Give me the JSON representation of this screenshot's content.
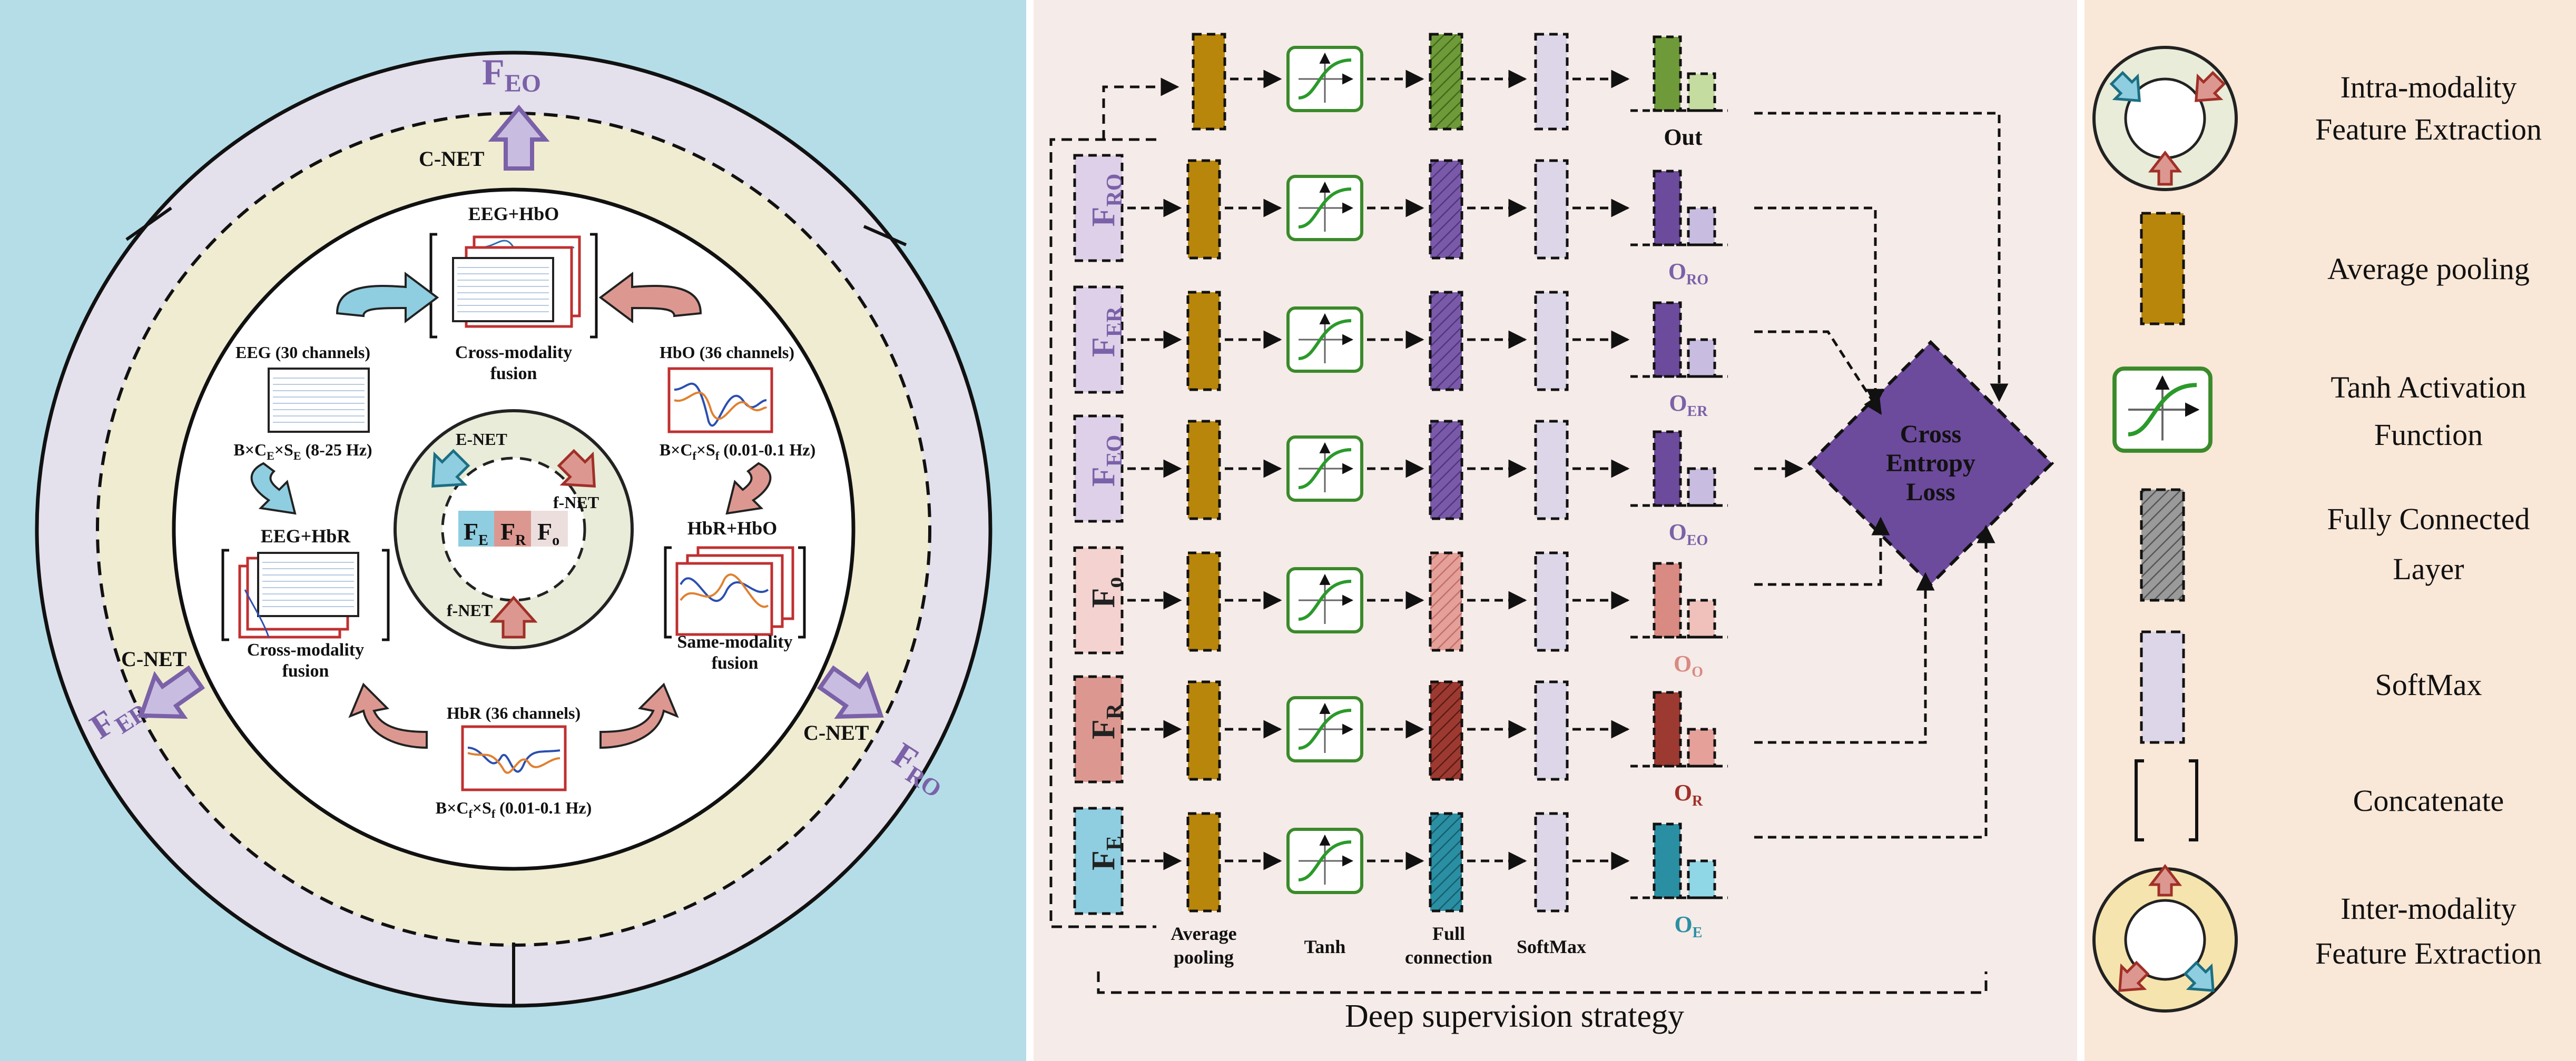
{
  "colors": {
    "left_bg": "#b5dde8",
    "mid_bg": "#f5ebe8",
    "right_bg": "#f9e7d7",
    "outer_ring": "#e4e0ec",
    "yellow_ring": "#f0ecd2",
    "purple": "#7b61a8",
    "red": "#a03028",
    "cyan": "#2b8fa3",
    "pool": "#b8860b",
    "softmax": "#ddd6e8",
    "loss": "#6c4a9c",
    "out_red": "#e02020"
  },
  "left": {
    "outer_labels": {
      "feo": "F",
      "feo_sub": "EO",
      "fer": "F",
      "fer_sub": "ER",
      "fro": "F",
      "fro_sub": "RO"
    },
    "cnet_top": "C-NET",
    "cnet_left": "C-NET",
    "cnet_right": "C-NET",
    "eeg_hbo_title": "EEG+HbO",
    "cross_fusion_top": "Cross-modality",
    "fusion_word_top": "fusion",
    "eeg_label": "EEG (30 channels)",
    "eeg_dims": "B×C",
    "eeg_dims_e": "E",
    "eeg_dims_mid": "×S",
    "eeg_dims_e2": "E",
    "eeg_band": " (8-25 Hz)",
    "hbo_label": "HbO (36 channels)",
    "hbo_dims": "B×C",
    "hbo_dims_f": "f",
    "hbo_dims_mid": "×S",
    "hbo_dims_f2": "f",
    "hbo_band": "  (0.01-0.1 Hz)",
    "eeg_hbr_title": "EEG+HbR",
    "cross_fusion_left": "Cross-modality",
    "fusion_word_left": "fusion",
    "hbr_hbo_title": "HbR+HbO",
    "same_fusion": "Same-modality",
    "fusion_word_right": "fusion",
    "hbr_label": "HbR (36 channels)",
    "hbr_dims": "B×C",
    "hbr_dims_f": "f",
    "hbr_dims_mid": "×S",
    "hbr_dims_f2": "f",
    "hbr_band": " (0.01-0.1 Hz)",
    "enet": "E-NET",
    "fnet_right": "f-NET",
    "fnet_bottom": "f-NET",
    "fe": "F",
    "fe_sub": "E",
    "fr": "F",
    "fr_sub": "R",
    "fo": "F",
    "fo_sub": "o"
  },
  "middle": {
    "rows": [
      {
        "name": "F",
        "sub": "RO",
        "out": "O",
        "out_sub": "RO"
      },
      {
        "name": "F",
        "sub": "ER",
        "out": "O",
        "out_sub": "ER"
      },
      {
        "name": "F",
        "sub": "EO",
        "out": "O",
        "out_sub": "EO"
      },
      {
        "name": "F",
        "sub": "o",
        "out": "O",
        "out_sub": "O"
      },
      {
        "name": "F",
        "sub": "R",
        "out": "O",
        "out_sub": "R"
      },
      {
        "name": "F",
        "sub": "E",
        "out": "O",
        "out_sub": "E"
      }
    ],
    "out_label": "Out",
    "loss_line1": "Cross",
    "loss_line2": "Entropy",
    "loss_line3": "Loss",
    "col_pool1": "Average",
    "col_pool2": "pooling",
    "col_tanh": "Tanh",
    "col_fc1": "Full",
    "col_fc2": "connection",
    "col_softmax": "SoftMax",
    "strategy": "Deep supervision strategy"
  },
  "legend": {
    "intra1": "Intra-modality",
    "intra2": "Feature Extraction",
    "pool": "Average pooling",
    "tanh1": "Tanh Activation",
    "tanh2": "Function",
    "fc1": "Fully Connected",
    "fc2": "Layer",
    "softmax": "SoftMax",
    "concat": "Concatenate",
    "inter1": "Inter-modality",
    "inter2": "Feature Extraction"
  }
}
